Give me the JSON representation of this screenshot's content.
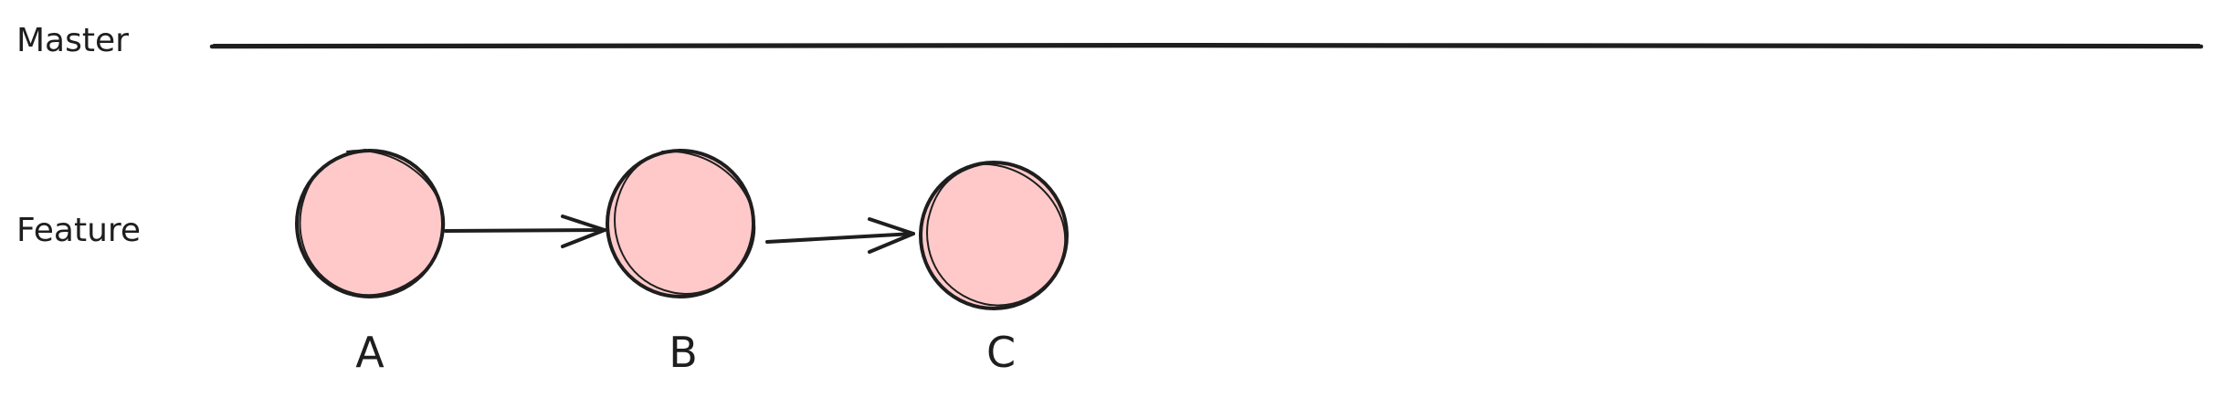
{
  "branches": {
    "master": {
      "label": "Master"
    },
    "feature": {
      "label": "Feature"
    }
  },
  "commits": [
    {
      "id": "A",
      "label": "A"
    },
    {
      "id": "B",
      "label": "B"
    },
    {
      "id": "C",
      "label": "C"
    }
  ],
  "colors": {
    "commit_fill": "#ffc9c9",
    "stroke": "#1e1e1e",
    "background": "#ffffff"
  }
}
